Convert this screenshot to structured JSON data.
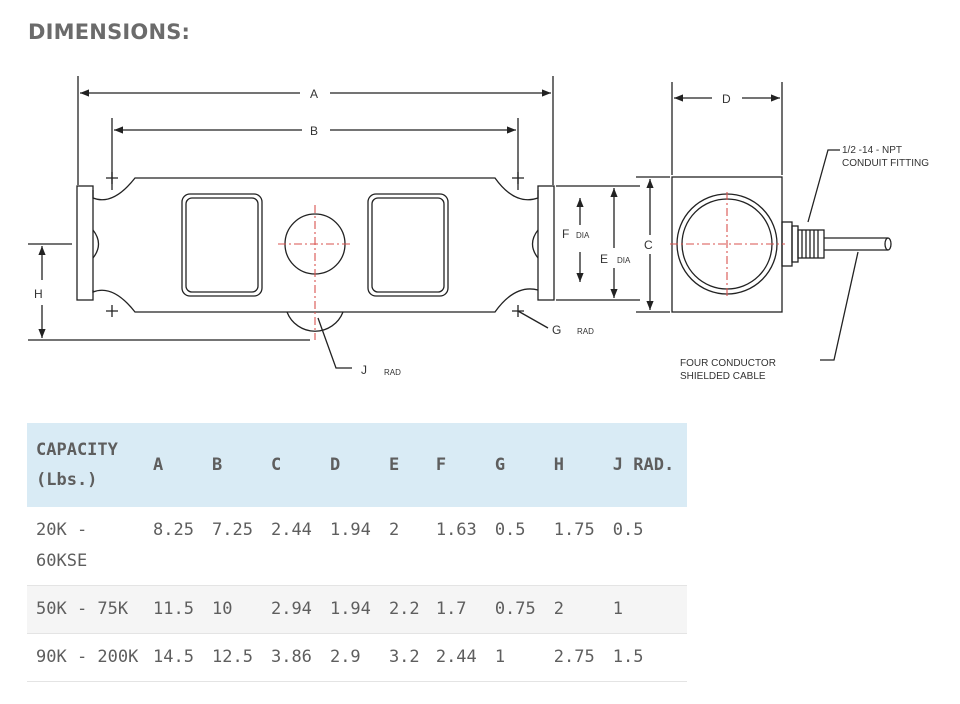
{
  "heading": "DIMENSIONS:",
  "drawing": {
    "labels": {
      "a": "A",
      "b": "B",
      "c": "C",
      "d": "D",
      "e": "E",
      "e_sub": "DIA",
      "f": "F",
      "f_sub": "DIA",
      "g": "G",
      "g_sub": "RAD",
      "h": "H",
      "j": "J",
      "j_sub": "RAD",
      "conduit_line1": "1/2 -14 - NPT",
      "conduit_line2": "CONDUIT FITTING",
      "cable_line1": "FOUR CONDUCTOR",
      "cable_line2": "SHIELDED CABLE"
    }
  },
  "table": {
    "headers": {
      "capacity_line1": "CAPACITY",
      "capacity_line2": "(Lbs.)",
      "a": "A",
      "b": "B",
      "c": "C",
      "d": "D",
      "e": "E",
      "f": "F",
      "g": "G",
      "h": "H",
      "j": "J RAD."
    },
    "rows": [
      {
        "capacity_line1": "20K -",
        "capacity_line2": "60KSE",
        "a": "8.25",
        "b": "7.25",
        "c": "2.44",
        "d": "1.94",
        "e": "2",
        "f": "1.63",
        "g": "0.5",
        "h": "1.75",
        "j": "0.5"
      },
      {
        "capacity_line1": "50K - 75K",
        "capacity_line2": "",
        "a": "11.5",
        "b": "10",
        "c": "2.94",
        "d": "1.94",
        "e": "2.2",
        "f": "1.7",
        "g": "0.75",
        "h": "2",
        "j": "1"
      },
      {
        "capacity_line1": "90K - 200K",
        "capacity_line2": "",
        "a": "14.5",
        "b": "12.5",
        "c": "3.86",
        "d": "2.9",
        "e": "3.2",
        "f": "2.44",
        "g": "1",
        "h": "2.75",
        "j": "1.5"
      }
    ]
  }
}
